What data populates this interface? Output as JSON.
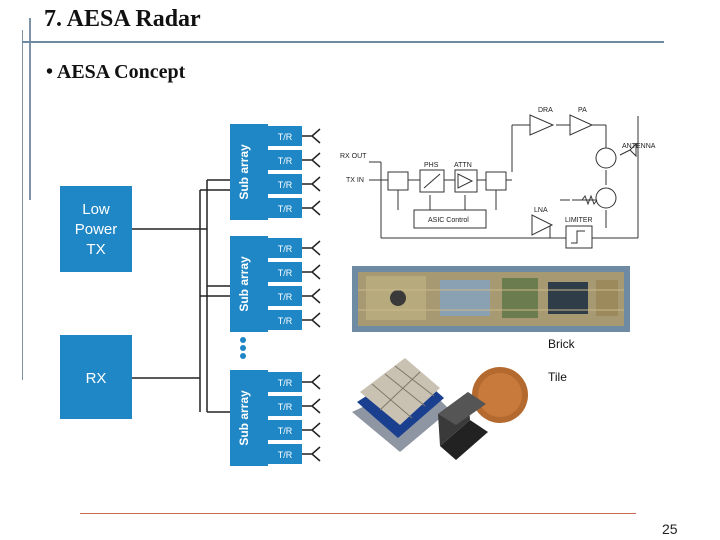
{
  "slide": {
    "title": "7. AESA Radar",
    "bullet": "• AESA Concept",
    "page_number": "25"
  },
  "diagram": {
    "blocks": {
      "low_power_tx": [
        "Low",
        "Power",
        "TX"
      ],
      "rx": "RX"
    },
    "sub_array_label": "Sub array",
    "tr_modules": [
      [
        "T/R",
        "T/R",
        "T/R",
        "T/R"
      ],
      [
        "T/R",
        "T/R",
        "T/R",
        "T/R"
      ],
      [
        "T/R",
        "T/R",
        "T/R",
        "T/R"
      ]
    ],
    "schematic": {
      "dra": "DRA",
      "pa": "PA",
      "antenna": "ANTENNA",
      "rx_out": "RX OUT",
      "tx_in": "TX IN",
      "phs": "PHS",
      "attn": "ATTN",
      "asic_control": "ASIC Control",
      "lna": "LNA",
      "limiter": "LIMITER"
    },
    "photo_labels": {
      "brick": "Brick",
      "tile": "Tile"
    }
  },
  "colors": {
    "block_blue": "#1f87c6",
    "accent_line": "#6d8aa3",
    "bottom_rule": "#c96a55"
  }
}
